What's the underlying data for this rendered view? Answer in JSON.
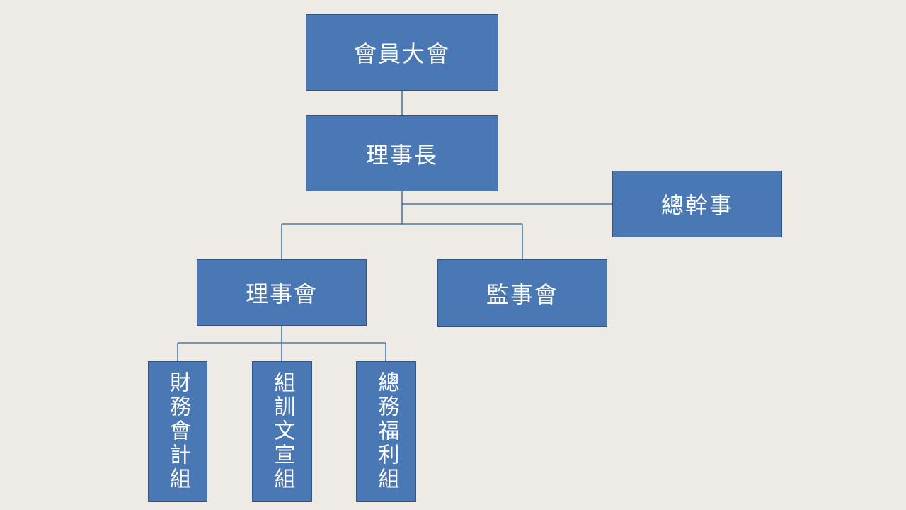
{
  "diagram": {
    "colors": {
      "box_fill": "#4a78b5",
      "box_border": "#2f5383",
      "connector": "#4b7aa6",
      "background": "#eeebe7",
      "text": "#ffffff"
    },
    "nodes": {
      "general_assembly": "會員大會",
      "chairman": "理事長",
      "secretary_general": "總幹事",
      "board_of_directors": "理事會",
      "board_of_supervisors": "監事會",
      "finance_accounting_group": "財務會計組",
      "training_publicity_group": "組訓文宣組",
      "general_affairs_welfare_group": "總務福利組"
    }
  }
}
